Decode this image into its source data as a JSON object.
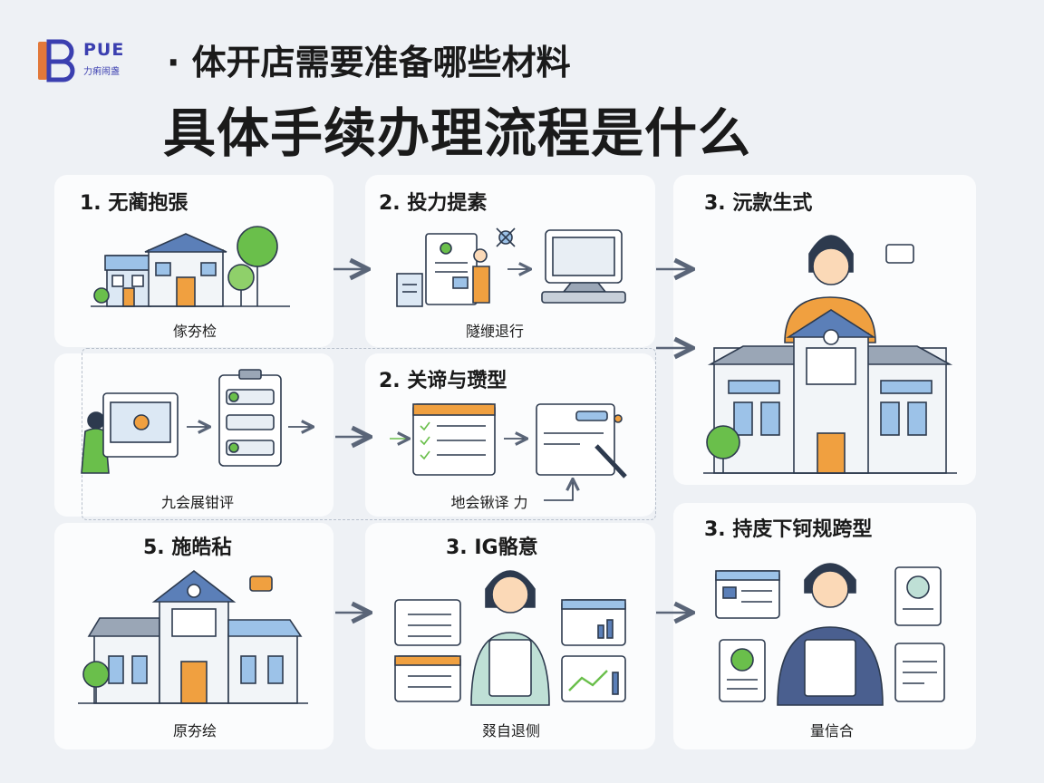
{
  "logo": {
    "main": "PUE",
    "sub": "力痢闹盏"
  },
  "title": {
    "line1": "· 体开店需要准备哪些材料",
    "line2": "具体手续办理流程是什么"
  },
  "steps": [
    {
      "label": "1. 无蔺抱張",
      "caption": "傢夯检"
    },
    {
      "label": "2. 投力提素",
      "caption": "隧缏退行"
    },
    {
      "label": "3. 沅款生式"
    },
    {
      "caption": "九会展钳评"
    },
    {
      "label": "2. 关谛与瓒型",
      "caption": "地会锹译  力"
    },
    {
      "label": "5. 施皓秥",
      "caption": "原夯绘"
    },
    {
      "label": "3. ⅠG骼意",
      "caption": "叕自退侧"
    },
    {
      "label": "3. 持庋下钶规跨型",
      "caption": "量信合"
    }
  ],
  "colors": {
    "orange": "#f0a040",
    "blue": "#5b7fb8",
    "green": "#6abf4b",
    "navy": "#4a5f8f",
    "arrow": "#5a6578"
  }
}
